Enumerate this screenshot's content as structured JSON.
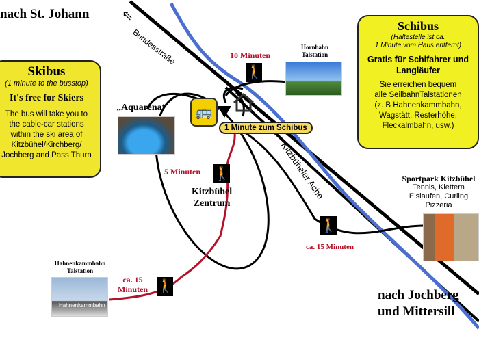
{
  "top_left": {
    "label": "nach St. Johann",
    "icon": "arrow-up-left-icon"
  },
  "road_label": "Bundesstraße",
  "river_label": "Kitzbüheler Ache",
  "skibus_en": {
    "title": "Skibus",
    "subtitle": "(1 minute to the busstop)",
    "headline": "It's free for Skiers",
    "body": [
      "The bus will take you to",
      "the cable-car stations",
      "within the ski area of",
      "Kitzbühel/Kirchberg/",
      "Jochberg and Pass Thurn"
    ]
  },
  "skibus_de": {
    "title": "Schibus",
    "subtitle": [
      "(Haltestelle ist ca.",
      "1 Minute vom Haus entfernt)"
    ],
    "headline": [
      "Gratis für Schifahrer und",
      "Langläufer"
    ],
    "body": [
      "Sie erreichen bequem",
      "alle SeilbahnTalstationen",
      "(z. B Hahnenkammbahn,",
      "Wagstätt, Resterhöhe,",
      "Fleckalmbahn, usw.)"
    ]
  },
  "hornbahn": {
    "walk": "10 Minuten",
    "label": [
      "Hornbahn",
      "Talstation"
    ]
  },
  "aquarena": {
    "label": "„Aquarena“"
  },
  "bus_stop": {
    "label": "1 Minute zum Schibus"
  },
  "zentrum": {
    "walk": "5 Minuten",
    "label": [
      "Kitzbühel",
      "Zentrum"
    ]
  },
  "sportpark": {
    "walk": "ca. 15 Minuten",
    "title": "Sportpark Kitzbühel",
    "lines": [
      "Tennis, Klettern",
      "Eislaufen, Curling",
      "Pizzeria"
    ]
  },
  "hahnenkamm": {
    "label": [
      "Hahnenkammbahn",
      "Talstation"
    ],
    "walk": [
      "ca. 15",
      "Minuten"
    ],
    "sign": "Hahnenkammbahn"
  },
  "bottom_right": [
    "nach Jochberg",
    "und Mittersill"
  ],
  "colors": {
    "box": "#f1e62e",
    "river": "#4a6fd0",
    "walk_path": "#b5112b",
    "pill": "#f5d860"
  }
}
